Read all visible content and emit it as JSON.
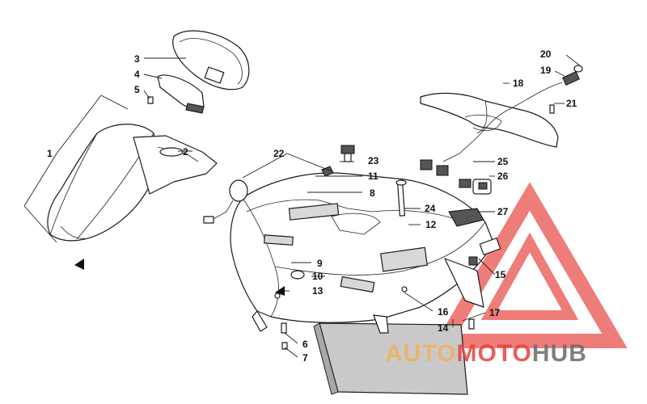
{
  "callouts": [
    "1",
    "2",
    "3",
    "4",
    "5",
    "6",
    "7",
    "8",
    "9",
    "10",
    "11",
    "12",
    "13",
    "14",
    "15",
    "16",
    "17",
    "18",
    "19",
    "20",
    "21",
    "22",
    "23",
    "24",
    "25",
    "26",
    "27"
  ],
  "watermark": {
    "parts": [
      "AUTO",
      "MOTO",
      "HUB"
    ],
    "colors": [
      "#f2b15a",
      "#e8413c",
      "#6b6b6b"
    ],
    "triangle_color": "#e9514b"
  }
}
